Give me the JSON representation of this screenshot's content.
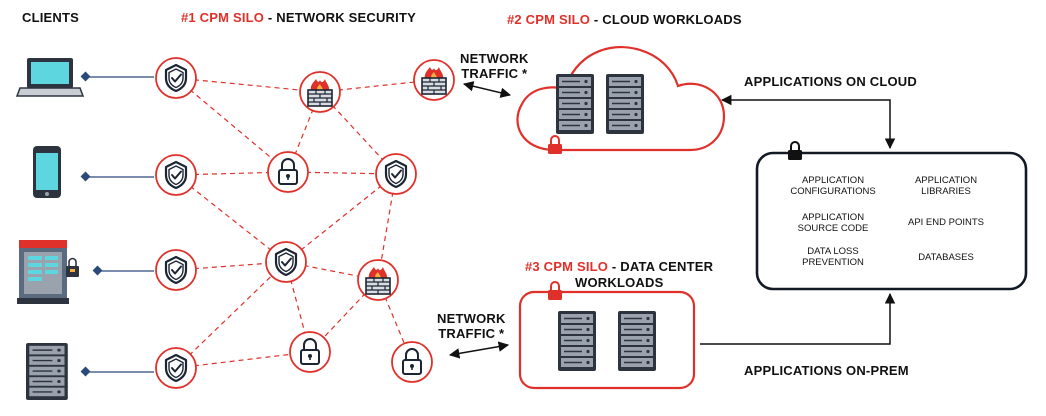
{
  "colors": {
    "accent": "#e0302a",
    "dark": "#1c2533",
    "link_blue": "#2b4a7a",
    "frame": "#131a26"
  },
  "labels": {
    "clients": "CLIENTS",
    "silo1_num": "#1 CPM SILO",
    "silo1_rest": " - NETWORK SECURITY",
    "silo2_num": "#2  CPM SILO",
    "silo2_rest": " - CLOUD WORKLOADS",
    "silo3_num": "#3  CPM SILO",
    "silo3_rest": " - DATA CENTER",
    "silo3_line2": "WORKLOADS",
    "traffic_top": "NETWORK\nTRAFFIC *",
    "traffic_bottom": "NETWORK\nTRAFFIC *",
    "apps_cloud": "APPLICATIONS ON CLOUD",
    "apps_onprem": "APPLICATIONS ON-PREM"
  },
  "applications": {
    "items": [
      "APPLICATION\nCONFIGURATIONS",
      "APPLICATION\nLIBRARIES",
      "APPLICATION\nSOURCE CODE",
      "API END POINTS",
      "DATA LOSS\nPREVENTION",
      "DATABASES"
    ]
  },
  "clients": [
    "laptop-icon",
    "smartphone-icon",
    "kiosk-icon",
    "server-rack-icon"
  ],
  "network_nodes": [
    "shield-icon",
    "firewall-icon",
    "padlock-icon"
  ]
}
